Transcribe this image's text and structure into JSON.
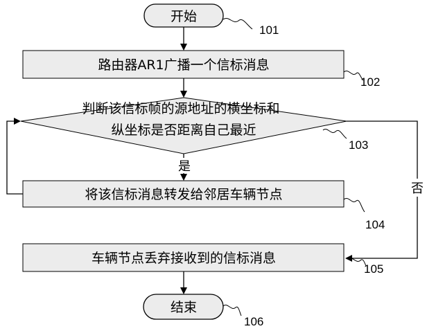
{
  "flowchart": {
    "start": {
      "label": "开始",
      "ref": "101"
    },
    "step_broadcast": {
      "label": "路由器AR1广播一个信标消息",
      "ref": "102"
    },
    "decision": {
      "line1": "判断该信标帧的源地址的横坐标和",
      "line2": "纵坐标是否距离自己最近",
      "ref": "103",
      "yes_label": "是",
      "no_label": "否"
    },
    "step_forward": {
      "label": "将该信标消息转发给邻居车辆节点",
      "ref": "104"
    },
    "step_discard": {
      "label": "车辆节点丢弃接收到的信标消息",
      "ref": "105"
    },
    "end": {
      "label": "结束",
      "ref": "106"
    }
  }
}
